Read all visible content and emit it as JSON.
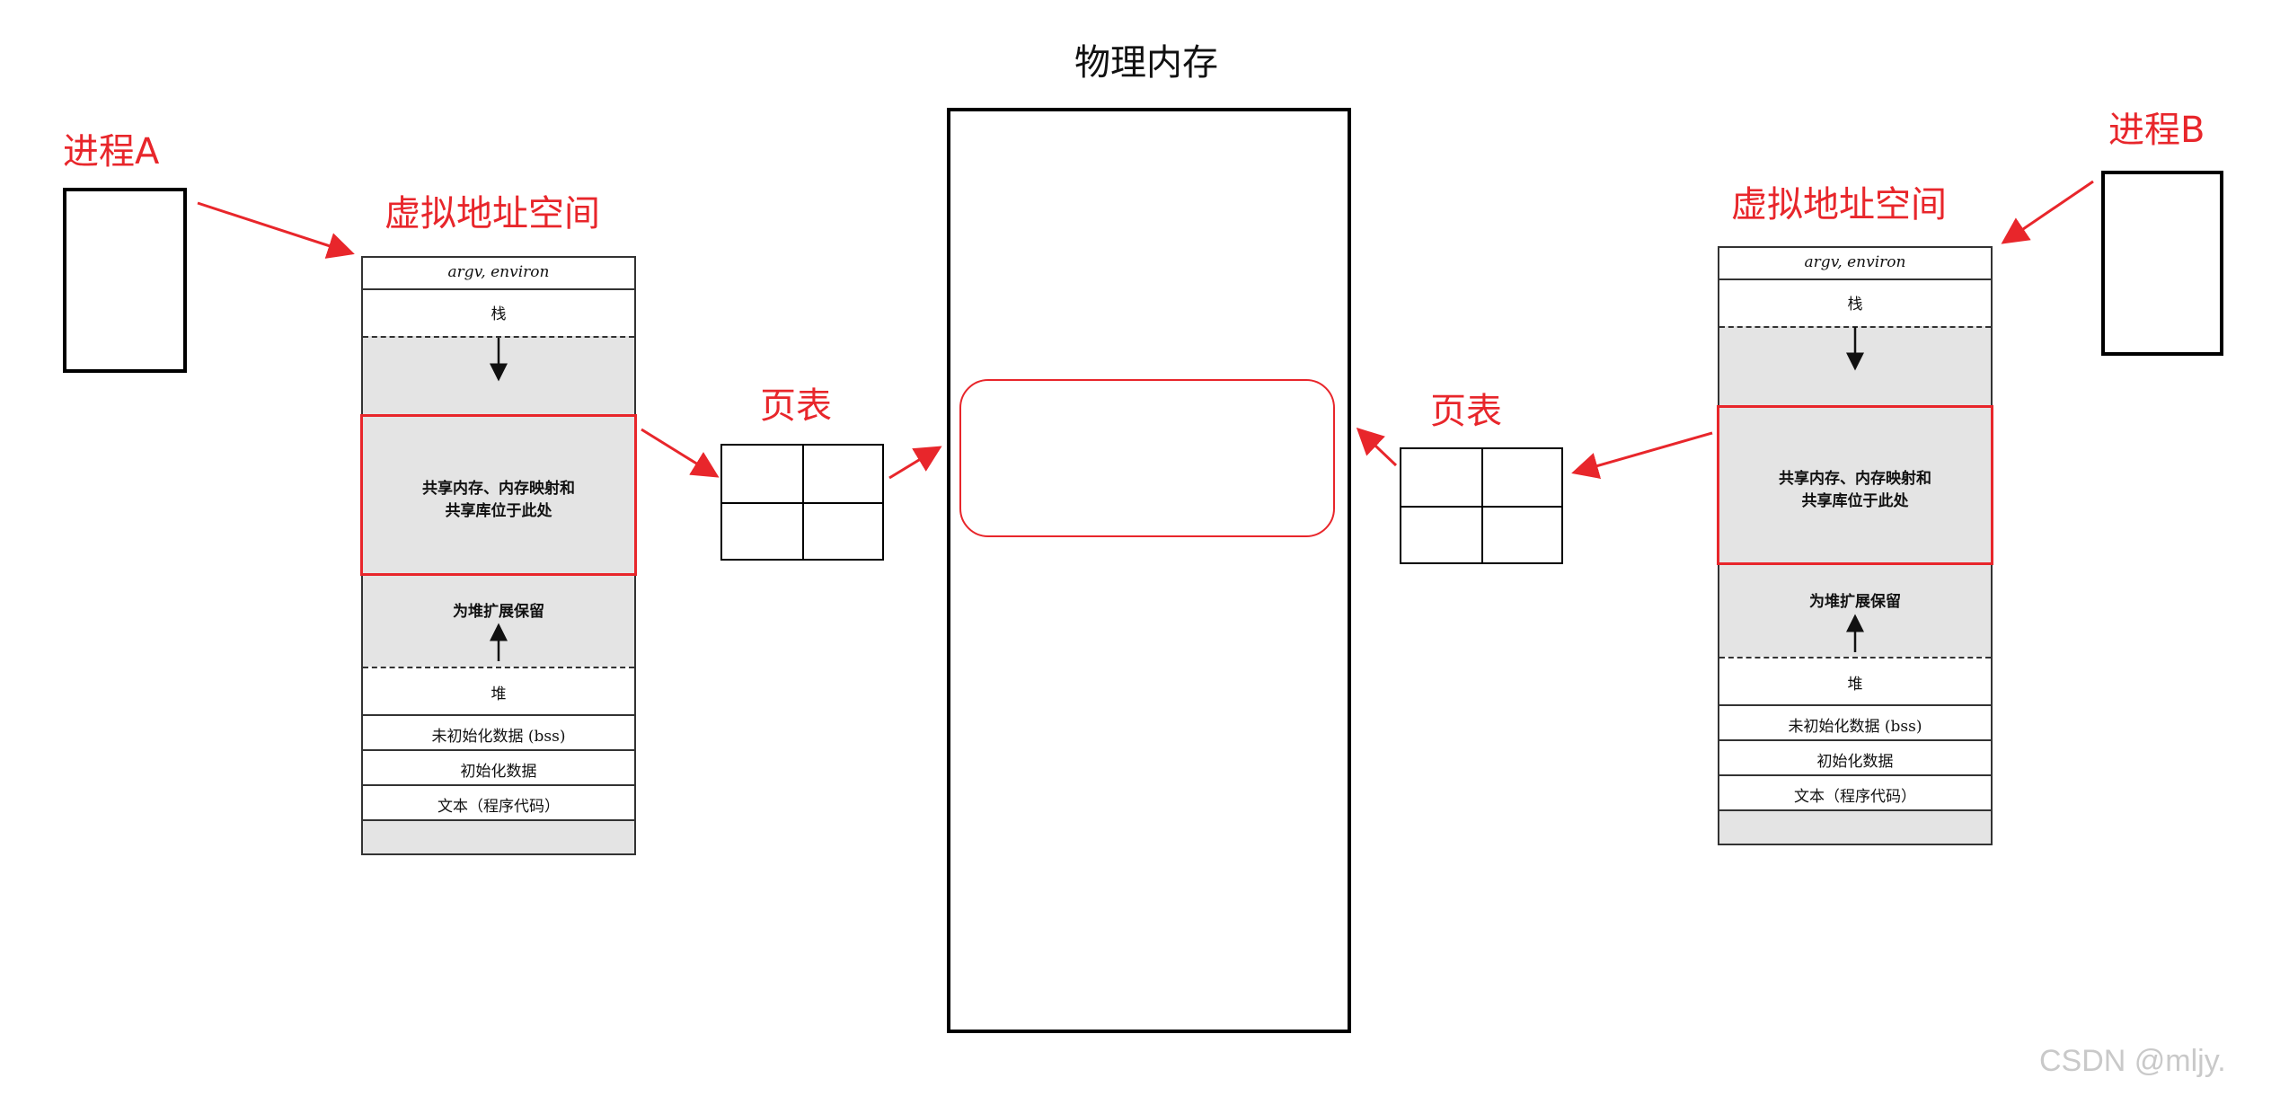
{
  "colors": {
    "accent": "#e8262b",
    "stroke": "#000000",
    "segment_gray": "#e4e4e4",
    "watermark": "#c9c9c9"
  },
  "process_a": {
    "label": "进程A"
  },
  "process_b": {
    "label": "进程B"
  },
  "vas_a": {
    "title": "虚拟地址空间",
    "segments": {
      "argv": "argv, environ",
      "stack": "栈",
      "shared": "共享内存、内存映射和",
      "shared_line2": "共享库位于此处",
      "heap_reserve": "为堆扩展保留",
      "heap": "堆",
      "bss": "未初始化数据 (bss)",
      "data": "初始化数据",
      "text": "文本（程序代码）"
    }
  },
  "vas_b": {
    "title": "虚拟地址空间",
    "segments": {
      "argv": "argv, environ",
      "stack": "栈",
      "shared": "共享内存、内存映射和",
      "shared_line2": "共享库位于此处",
      "heap_reserve": "为堆扩展保留",
      "heap": "堆",
      "bss": "未初始化数据 (bss)",
      "data": "初始化数据",
      "text": "文本（程序代码）"
    }
  },
  "page_table_a": {
    "label": "页表"
  },
  "page_table_b": {
    "label": "页表"
  },
  "physical_memory": {
    "label": "物理内存"
  },
  "watermark": "CSDN @mljy."
}
